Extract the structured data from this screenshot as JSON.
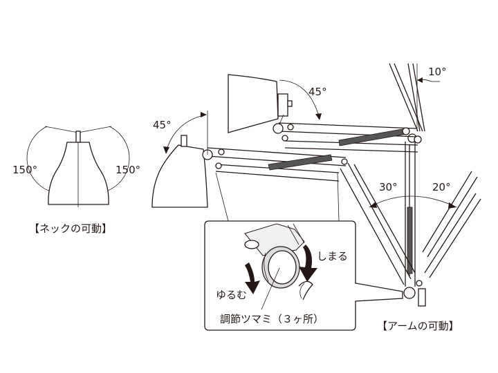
{
  "neck": {
    "caption": "【ネックの可動】",
    "angle_left": "150°",
    "angle_right": "150°"
  },
  "arm": {
    "caption": "【アームの可動】",
    "angle_top": "10°",
    "angle_left": "30°",
    "angle_right": "20°",
    "shade_upper_angle": "45°",
    "shade_lower_angle": "45°"
  },
  "detail": {
    "tighten": "しまる",
    "loosen": "ゆるむ",
    "knob_label": "調節ツマミ（３ヶ所）"
  }
}
